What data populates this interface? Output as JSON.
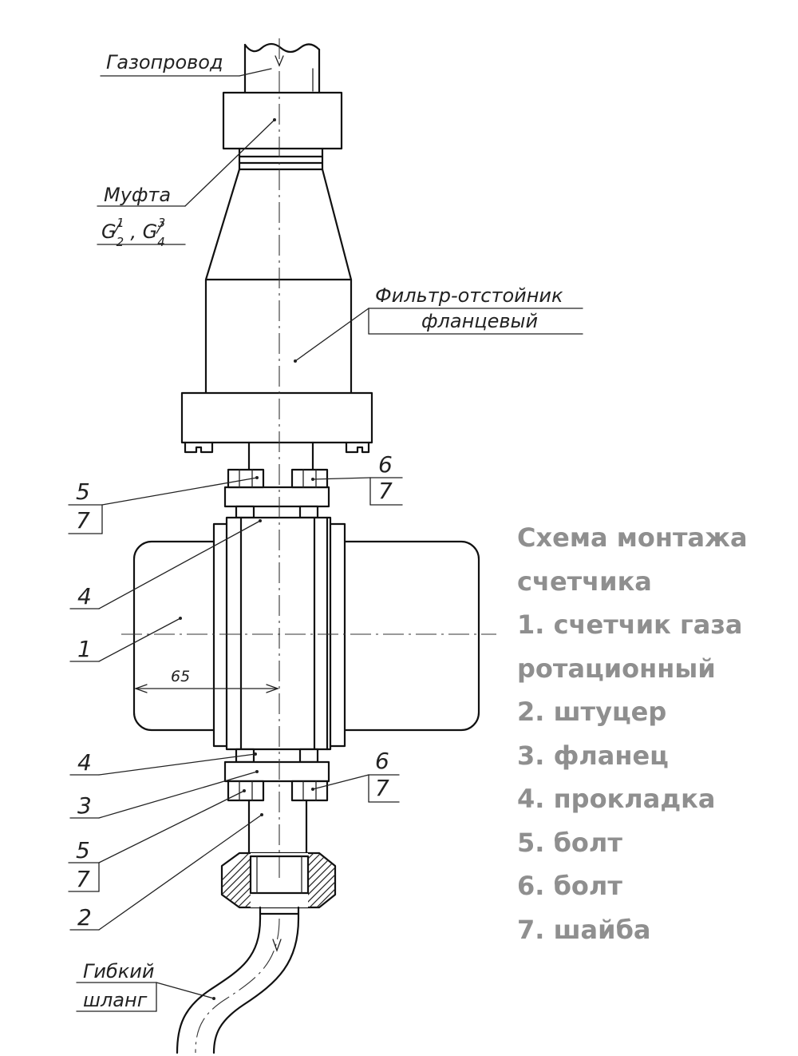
{
  "labels": {
    "gas_pipe": "Газопровод",
    "coupling": "Муфта",
    "filter_line1": "Фильтр-отстойник",
    "filter_line2": "фланцевый",
    "hose_line1": "Гибкий",
    "hose_line2": "шланг",
    "dimension": "65"
  },
  "callouts": {
    "c6_top": "6",
    "c7_top_right": "7",
    "c5_top": "5",
    "c7_top_left": "7",
    "c4_top": "4",
    "c1": "1",
    "c4_bottom": "4",
    "c3": "3",
    "c6_bottom": "6",
    "c7_bottom_right": "7",
    "c5_bottom": "5",
    "c7_bottom_left": "7",
    "c2": "2"
  },
  "legend": {
    "title_line1": "Схема монтажа",
    "title_line2": "счетчика",
    "items": [
      "1. счетчик газа",
      "ротационный",
      "2. штуцер",
      "3. фланец",
      "4. прокладка",
      "5. болт",
      "6. болт",
      "7. шайба"
    ]
  }
}
